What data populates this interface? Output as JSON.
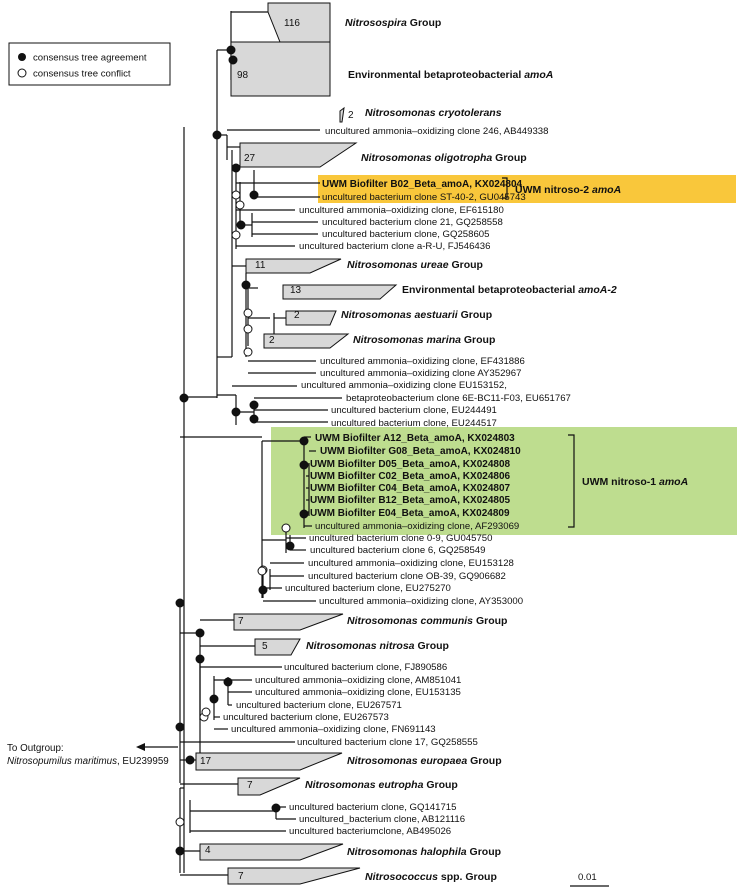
{
  "legend": {
    "agreement": "consensus tree agreement",
    "conflict": "consensus tree conflict"
  },
  "groups": [
    {
      "id": "nitrosospira",
      "count": "116",
      "name": "Nitrosospira Group",
      "italic": "Nitrosospira",
      "rest": " Group"
    },
    {
      "id": "env-beta",
      "count": "98",
      "name": "Environmental betaproteobacterial amoA",
      "italic": "amoA",
      "prefix": "Environmental betaproteobacterial "
    },
    {
      "id": "cryotolerans",
      "count": "2",
      "name": "Nitrosomonas cryotolerans",
      "italic": "Nitrosomonas cryotolerans",
      "rest": ""
    },
    {
      "id": "oligotropha",
      "count": "27",
      "name": "Nitrosomonas oligotropha Group",
      "italic": "Nitrosomonas oligotropha",
      "rest": " Group"
    },
    {
      "id": "ureae",
      "count": "11",
      "name": "Nitrosomonas ureae Group",
      "italic": "Nitrosomonas ureae",
      "rest": " Group"
    },
    {
      "id": "env-beta-2",
      "count": "13",
      "name": "Environmental betaproteobacterial amoA-2",
      "italic": "amoA-2",
      "prefix": "Environmental betaproteobacterial "
    },
    {
      "id": "aestuarii",
      "count": "2",
      "name": "Nitrosomonas aestuarii Group",
      "italic": "Nitrosomonas aestuarii",
      "rest": " Group"
    },
    {
      "id": "marina",
      "count": "2",
      "name": "Nitrosomonas marina Group",
      "italic": "Nitrosomonas marina",
      "rest": " Group"
    },
    {
      "id": "communis",
      "count": "7",
      "name": "Nitrosomonas communis Group",
      "italic": "Nitrosomonas communis",
      "rest": " Group"
    },
    {
      "id": "nitrosa",
      "count": "5",
      "name": "Nitrosomonas nitrosa Group",
      "italic": "Nitrosomonas nitrosa",
      "rest": " Group"
    },
    {
      "id": "europaea",
      "count": "17",
      "name": "Nitrosomonas europaea Group",
      "italic": "Nitrosomonas europaea",
      "rest": " Group"
    },
    {
      "id": "eutropha",
      "count": "7",
      "name": "Nitrosomonas eutropha Group",
      "italic": "Nitrosomonas eutropha",
      "rest": " Group"
    },
    {
      "id": "halophila",
      "count": "4",
      "name": "Nitrosomonas halophila Group",
      "italic": "Nitrosomonas halophila",
      "rest": " Group"
    },
    {
      "id": "nitrosococcus",
      "count": "7",
      "name": "Nitrosococcus spp. Group",
      "italic": "Nitrosococcus",
      "rest": " spp. Group"
    }
  ],
  "leaves": [
    "uncultured ammonia–oxidizing clone 246, AB449338",
    "UWM Biofilter B02_Beta_amoA, KX024804",
    "uncultured bacterium clone ST-40-2, GU045743",
    "uncultured ammonia–oxidizing clone, EF615180",
    "uncultured bacterium clone 21, GQ258558",
    "uncultured bacterium clone, GQ258605",
    "uncultured bacterium clone a-R-U, FJ546436",
    "uncultured ammonia–oxidizing clone, EF431886",
    "uncultured ammonia–oxidizing clone AY352967",
    "uncultured ammonia–oxidizing clone EU153152,",
    "betaproteobacterium clone 6E-BC11-F03, EU651767",
    "uncultured bacterium clone, EU244491",
    "uncultured bacterium clone, EU244517",
    "UWM Biofilter A12_Beta_amoA, KX024803",
    "UWM Biofilter G08_Beta_amoA, KX024810",
    "UWM Biofilter D05_Beta_amoA, KX024808",
    "UWM Biofilter C02_Beta_amoA, KX024806",
    "UWM Biofilter C04_Beta_amoA, KX024807",
    "UWM Biofilter B12_Beta_amoA, KX024805",
    "UWM Biofilter E04_Beta_amoA, KX024809",
    "uncultured ammonia–oxidizing clone, AF293069",
    "uncultured bacterium clone 0-9, GU045750",
    "uncultured bacterium clone 6, GQ258549",
    "uncultured ammonia–oxidizing clone, EU153128",
    "uncultured bacterium clone OB-39, GQ906682",
    "uncultured bacterium clone, EU275270",
    "uncultured ammonia–oxidizing clone, AY353000",
    "uncultured bacterium clone, FJ890586",
    "uncultured ammonia–oxidizing clone, AM851041",
    "uncultured ammonia–oxidizing clone, EU153135",
    "uncultured bacterium clone, EU267571",
    "uncultured bacterium clone, EU267573",
    "uncultured ammonia–oxidizing clone, FN691143",
    "uncultured bacterium clone 17, GQ258555",
    "uncultured bacterium clone, GQ141715",
    "uncultured_bacterium clone, AB121116",
    "uncultured bacteriumclone, AB495026"
  ],
  "highlights": {
    "nitroso2": {
      "label_plain": "UWM nitroso-2 ",
      "label_italic": "amoA",
      "color": "#f9c73b"
    },
    "nitroso1": {
      "label_plain": "UWM nitroso-1 ",
      "label_italic": "amoA",
      "color": "#bedd8f"
    }
  },
  "outgroup": {
    "line1": "To Outgroup:",
    "line2_italic": "Nitrosopumilus maritimus",
    "line2_rest": ", EU239959"
  },
  "scale_label": "0.01"
}
